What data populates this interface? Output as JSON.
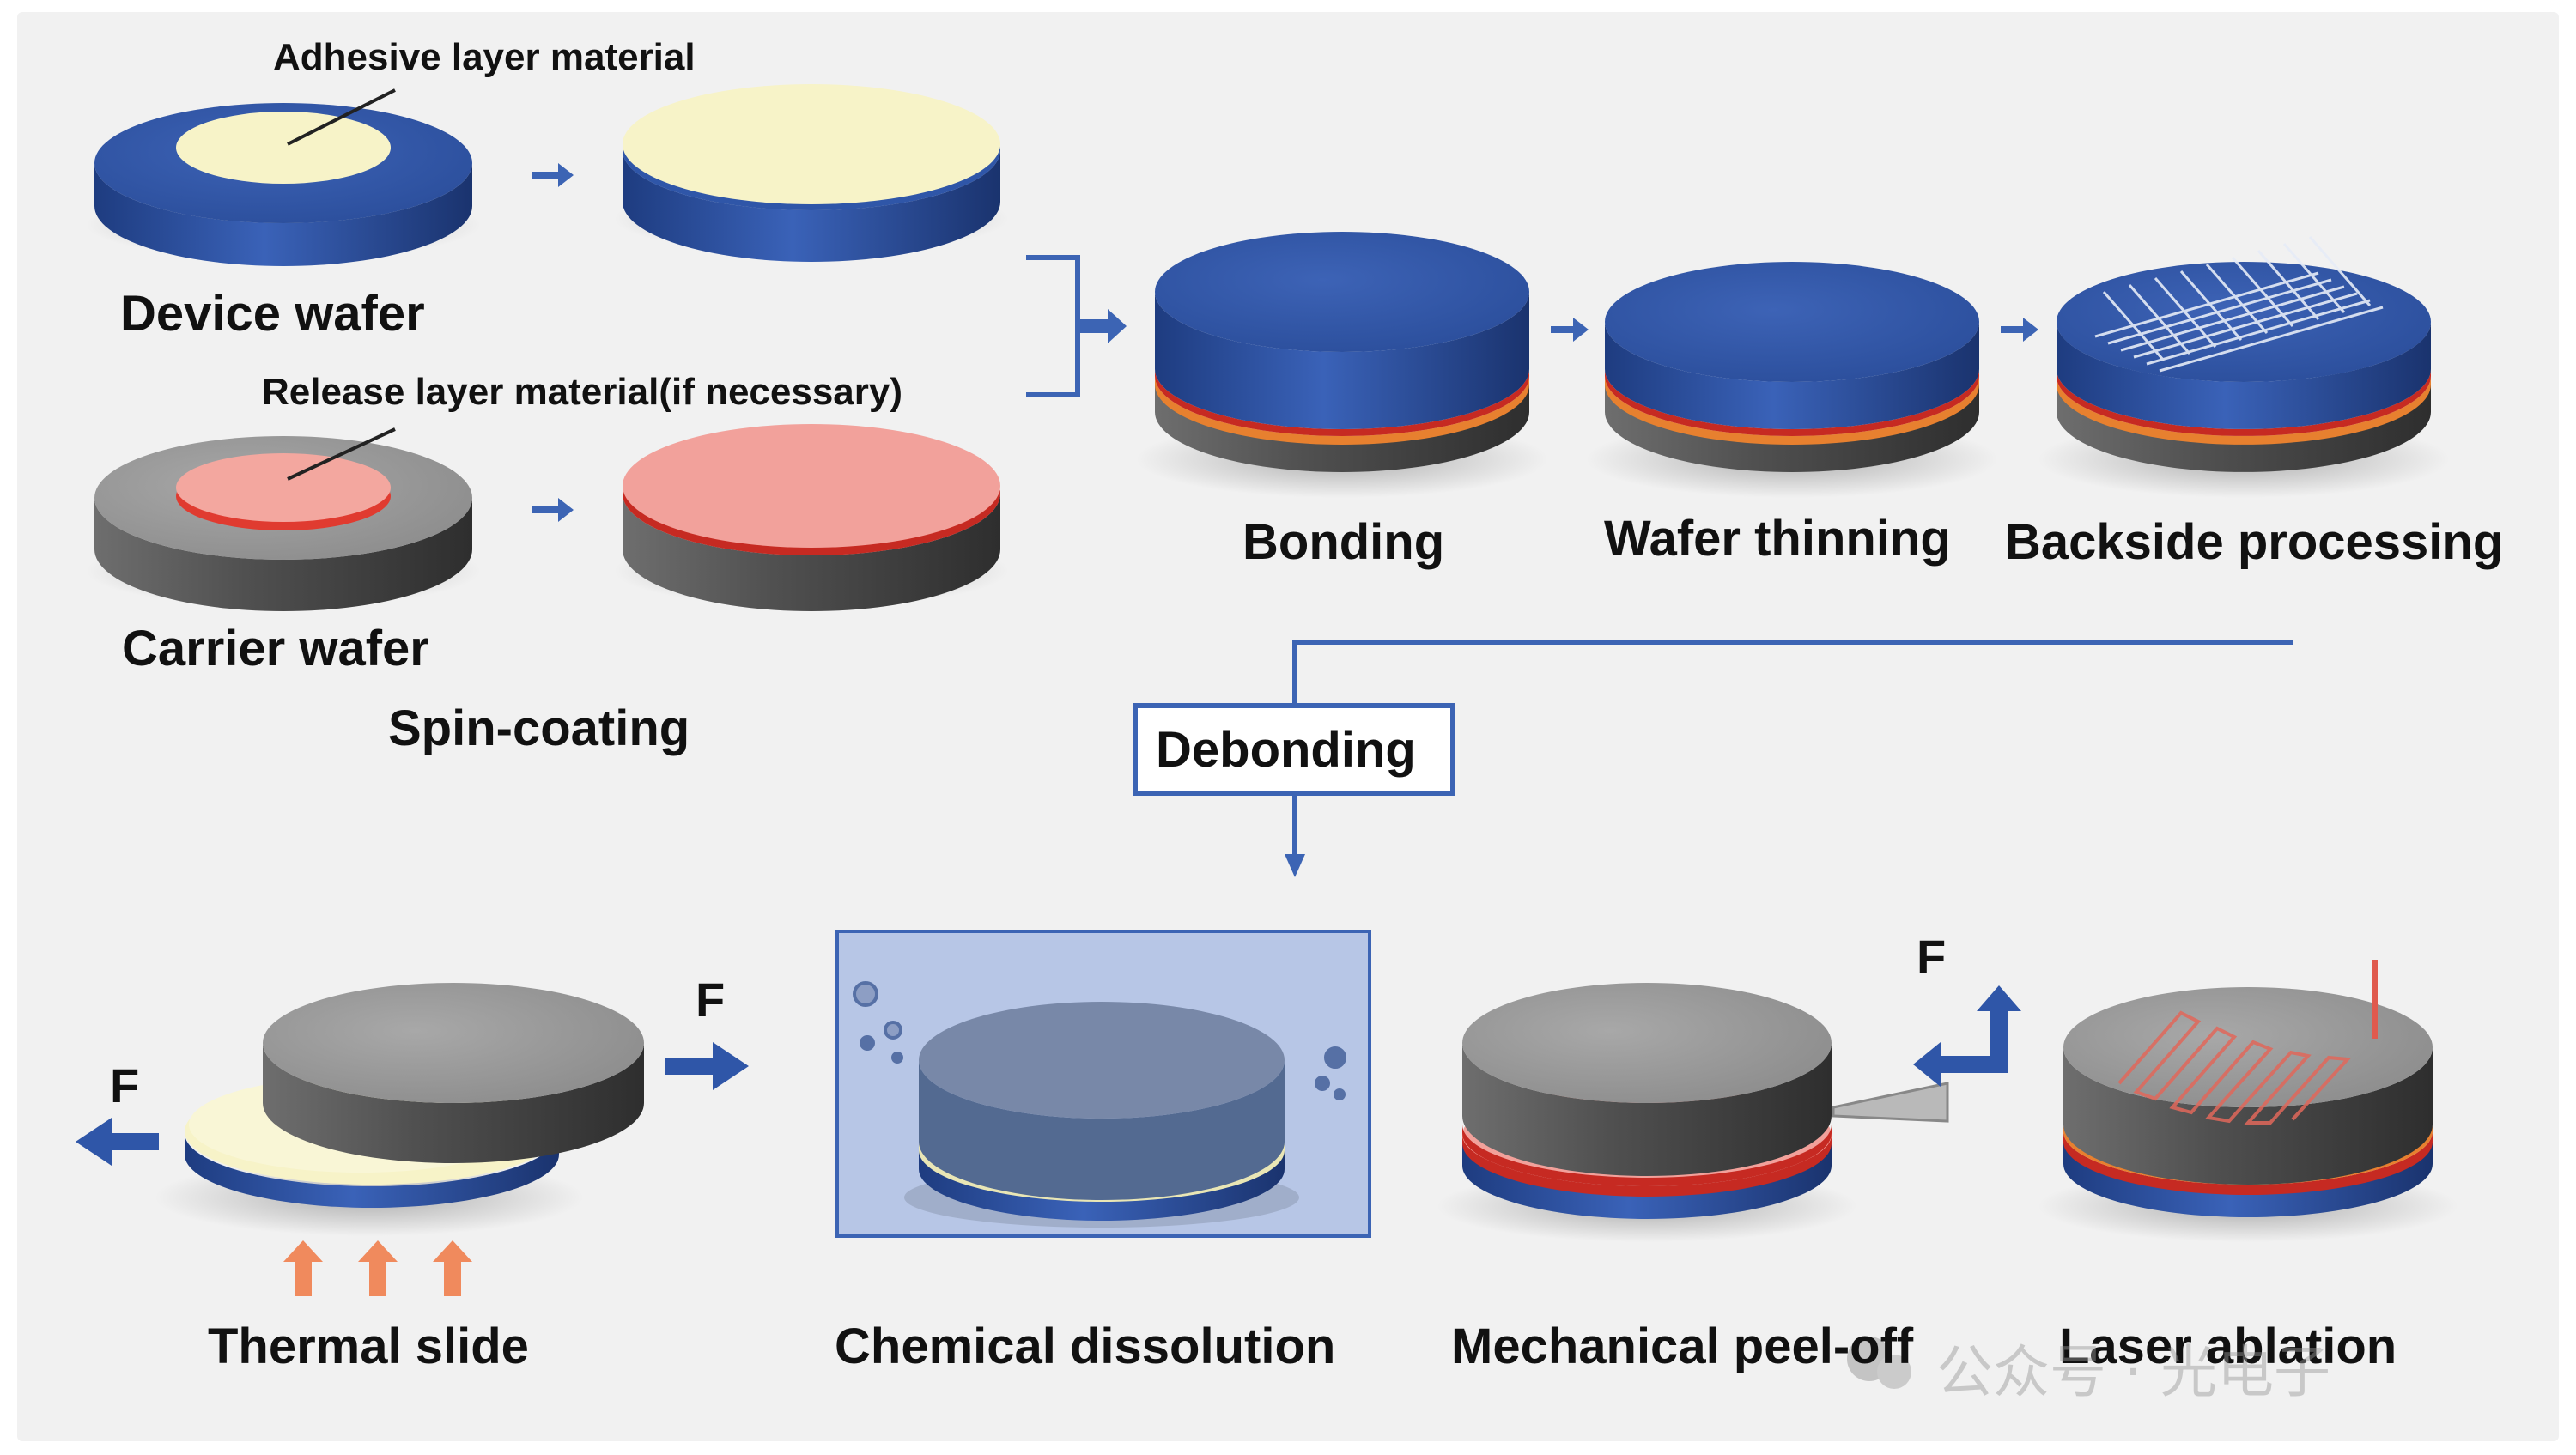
{
  "labels": {
    "adhesive_layer": "Adhesive layer material",
    "device_wafer": "Device wafer",
    "release_layer": "Release layer material(if necessary)",
    "carrier_wafer": "Carrier wafer",
    "spin_coating": "Spin-coating",
    "bonding": "Bonding",
    "wafer_thinning": "Wafer thinning",
    "backside_processing": "Backside processing",
    "debonding": "Debonding",
    "thermal_slide": "Thermal slide",
    "chemical_dissolution": "Chemical dissolution",
    "mechanical_peel_off": "Mechanical peel-off",
    "laser_ablation": "Laser ablation"
  },
  "force_label": "F",
  "watermark": "公众号 · 光电子",
  "colors": {
    "background": "#f1f1f1",
    "wafer_blue": "#2f56a8",
    "carrier_gray": "#5a5a5a",
    "adhesive_cream": "#f7f3c8",
    "release_pink": "#f2a19b",
    "flow_blue": "#3c64b4",
    "heat_orange": "#f08a5d",
    "laser_red": "#e05a4e",
    "solvent_box": "#b7c6e6"
  }
}
